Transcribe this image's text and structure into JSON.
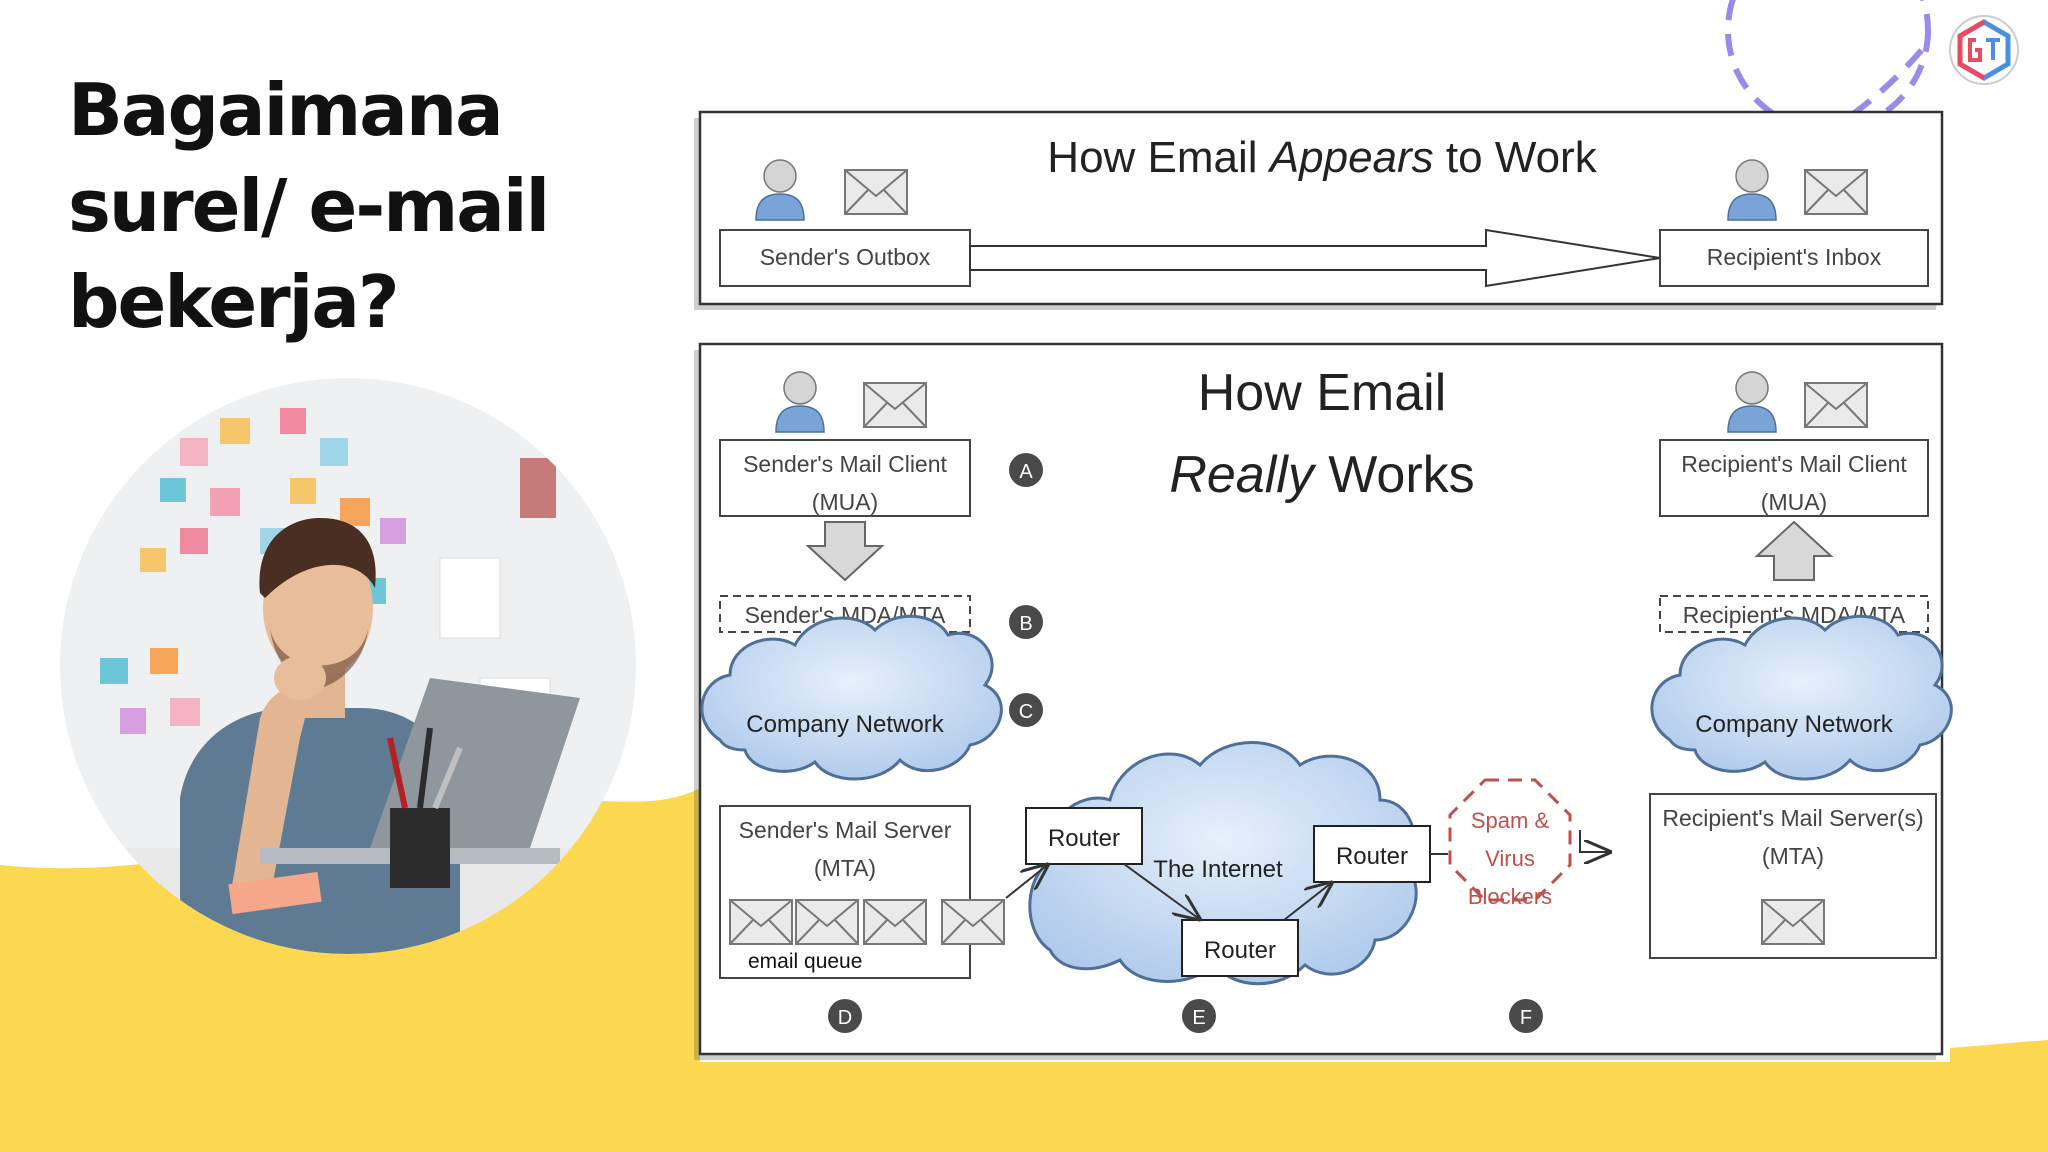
{
  "slide": {
    "title_lines": [
      "Bagaimana",
      "surel/ e-mail",
      "bekerja?"
    ],
    "colors": {
      "accent_yellow": "#FBD84F",
      "deco_purple": "#9B8AE8",
      "logo_red": "#E84A5F",
      "logo_blue": "#4A90E2",
      "cloud_blue": "#C9DDF5",
      "spam_red": "#C0504D"
    }
  },
  "photo": {
    "subject": "man-thinking-at-laptop"
  },
  "diagram": {
    "top": {
      "title_prefix": "How Email ",
      "title_em": "Appears",
      "title_suffix": " to Work",
      "sender_label": "Sender's Outbox",
      "recipient_label": "Recipient's Inbox"
    },
    "bottom": {
      "title_line1": "How Email",
      "title_em": "Really",
      "title_line2_suffix": " Works",
      "sender_client": [
        "Sender's Mail Client",
        "(MUA)"
      ],
      "sender_mda": "Sender's MDA/MTA",
      "sender_network": "Company Network",
      "sender_server": [
        "Sender's Mail Server",
        "(MTA)"
      ],
      "email_queue": "email queue",
      "internet": "The Internet",
      "router": "Router",
      "spam": [
        "Spam &",
        "Virus",
        "Blockers"
      ],
      "recipient_client": [
        "Recipient's Mail Client",
        "(MUA)"
      ],
      "recipient_mda": "Recipient's MDA/MTA",
      "recipient_network": "Company Network",
      "recipient_server": [
        "Recipient's Mail Server(s)",
        "(MTA)"
      ],
      "markers": [
        "A",
        "B",
        "C",
        "D",
        "E",
        "F"
      ]
    }
  }
}
